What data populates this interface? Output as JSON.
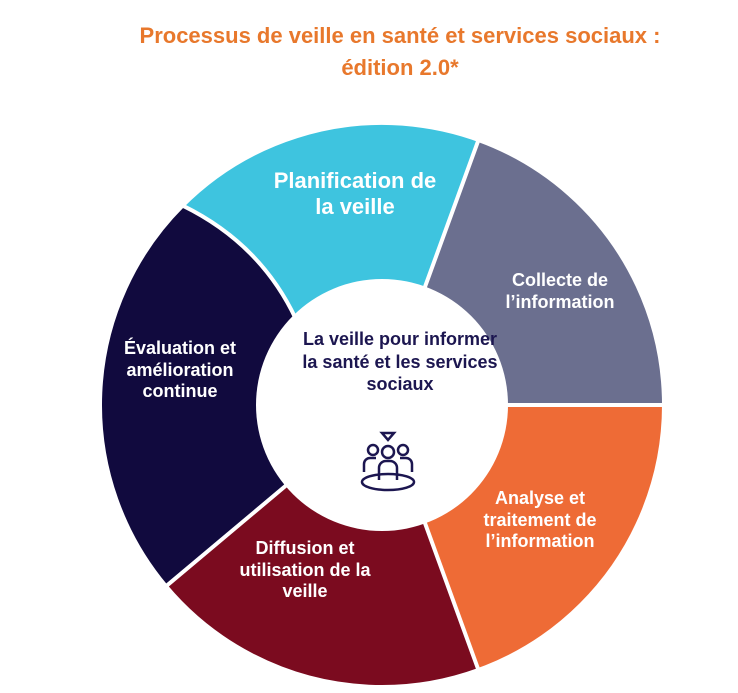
{
  "title": {
    "line1": "Processus  de veille en santé et services sociaux :",
    "line2": "édition 2.0*"
  },
  "center": {
    "text": "La veille pour informer la santé et les services sociaux",
    "icon": "people-group-icon"
  },
  "segments": [
    {
      "label": "Planification de la veille",
      "color": "#3ec4df"
    },
    {
      "label": "Collecte de l’information",
      "color": "#6b6f8f"
    },
    {
      "label": "Analyse et traitement de l’information",
      "color": "#ee6b36"
    },
    {
      "label": "Diffusion et utilisation de la veille",
      "color": "#7b0b1f"
    },
    {
      "label": "Évaluation et amélioration continue",
      "color": "#110a3e"
    }
  ]
}
